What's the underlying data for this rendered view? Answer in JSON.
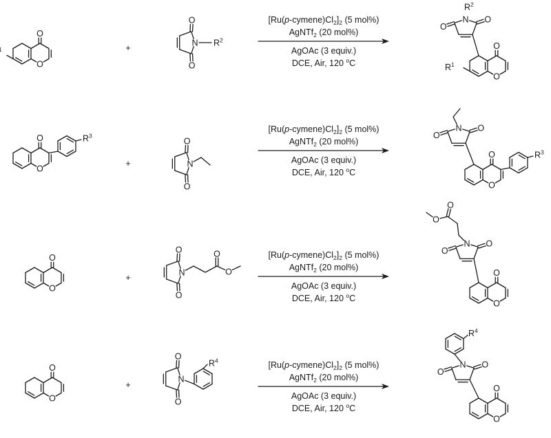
{
  "symbols": {
    "oxygen": "O",
    "nitrogen": "N",
    "plus": "+",
    "r_prefix": "R",
    "r1": "1",
    "r2": "2",
    "r3": "3",
    "r4": "4"
  },
  "conditions": {
    "catalyst_pre": "[Ru(",
    "catalyst_italic": "p",
    "catalyst_mid": "-cymene)Cl",
    "catalyst_sub1": "2",
    "catalyst_close": "]",
    "catalyst_sub2": "2",
    "catalyst_load": " (5 mol%)",
    "additive_pre": "AgNTf",
    "additive_sub": "2",
    "additive_load": " (20 mol%)",
    "oxidant": "AgOAc (3 equiv.)",
    "solvent_pre": "DCE, Air, 120 ",
    "solvent_deg": "o",
    "solvent_unit": "C"
  }
}
